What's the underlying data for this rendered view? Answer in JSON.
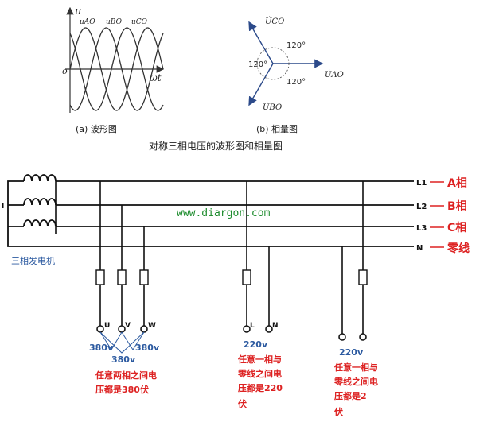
{
  "waveform": {
    "axis_u": "u",
    "axis_wt": "ωt",
    "origin": "o",
    "uao": "uAO",
    "ubo": "uBO",
    "uco": "uCO",
    "caption": "(a)  波形图"
  },
  "phasor": {
    "uco": "U̇CO",
    "uao": "U̇AO",
    "ubo": "U̇BO",
    "angle1": "120°",
    "angle2": "120°",
    "angle3": "120°",
    "caption": "(b)  相量图"
  },
  "title": "对称三相电压的波形图和相量图",
  "generator_label": "三相发电机",
  "watermark": "www.diargon.com",
  "lines": [
    {
      "code": "L1",
      "name": "A相"
    },
    {
      "code": "L2",
      "name": "B相"
    },
    {
      "code": "L3",
      "name": "C相"
    },
    {
      "code": "N",
      "name": "零线"
    }
  ],
  "left_mark": "I",
  "terminals": {
    "u": "U",
    "v": "V",
    "w": "W",
    "l": "L",
    "n": "N"
  },
  "voltages": {
    "v380a": "380v",
    "v380b": "380v",
    "v380c": "380v",
    "v220a": "220v",
    "v220b": "220v"
  },
  "notes": {
    "note1": [
      "任意两相之间电",
      "压都是380伏"
    ],
    "note2": [
      "任意一相与",
      "零线之间电",
      "压都是220",
      "伏"
    ],
    "note3": [
      "任意一相与",
      "零线之间电",
      "压都是2",
      "伏"
    ]
  },
  "colors": {
    "red": "#dd2222",
    "blue": "#2c5aa0",
    "green": "#1a8a2a"
  }
}
